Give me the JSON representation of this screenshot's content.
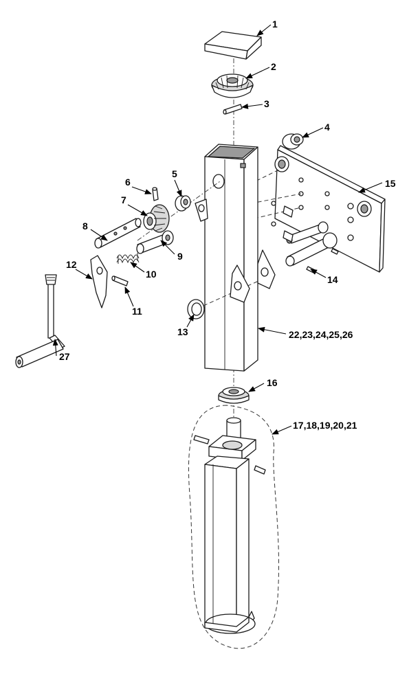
{
  "callouts": {
    "c1": "1",
    "c2": "2",
    "c3": "3",
    "c4": "4",
    "c5": "5",
    "c6": "6",
    "c7": "7",
    "c8": "8",
    "c9": "9",
    "c10": "10",
    "c11": "11",
    "c12": "12",
    "c13": "13",
    "c14": "14",
    "c15": "15",
    "c16": "16",
    "c17": "17,18,19,20,21",
    "c22": "22,23,24,25,26",
    "c27": "27"
  }
}
